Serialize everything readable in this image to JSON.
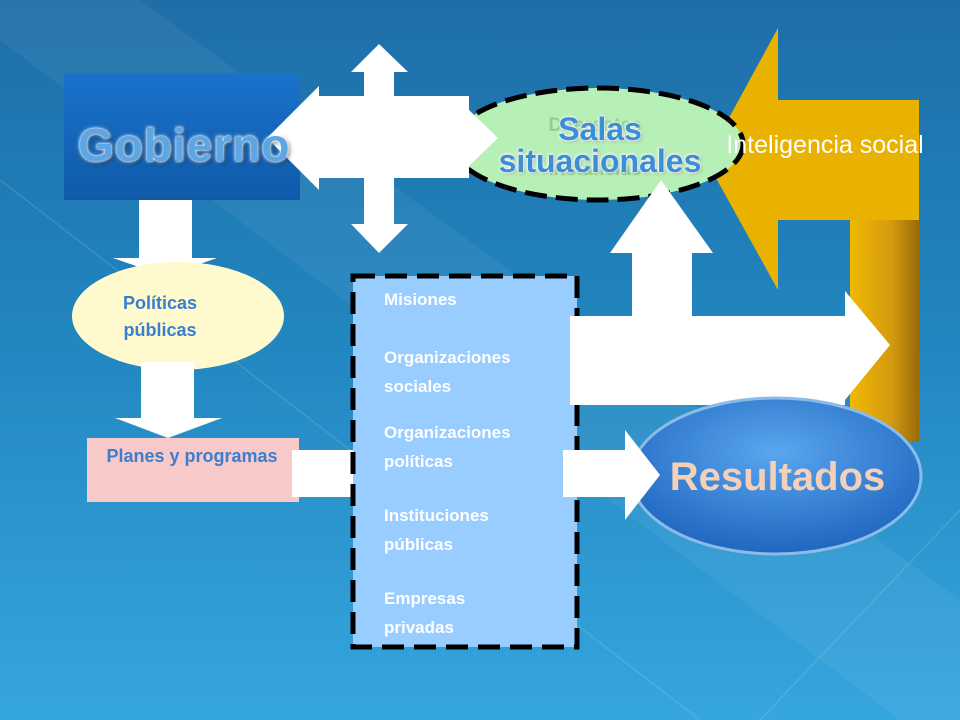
{
  "diagram": {
    "gobierno": "Gobierno",
    "diferentes_instancias": "Diferentes instancias",
    "salas_situacionales": "Salas situacionales",
    "inteligencia_social": "Inteligencia social",
    "politicas_publicas": "Políticas públicas",
    "planes_programas": "Planes y programas",
    "box_items": [
      "Misiones",
      "Organizaciones sociales",
      "Organizaciones políticas",
      "Instituciones públicas",
      "Empresas privadas"
    ],
    "resultados": "Resultados"
  },
  "colors": {
    "background": "#2185be",
    "gobierno_box": "#1565c0",
    "politicas_ellipse": "#fffacd",
    "planes_box": "#f7c9c9",
    "org_box": "#99ccff",
    "ellipse_green": "#b6f0b6",
    "inteligencia_arrow": "#d4a20a",
    "resultados_ellipse": "#2f7fd4"
  }
}
